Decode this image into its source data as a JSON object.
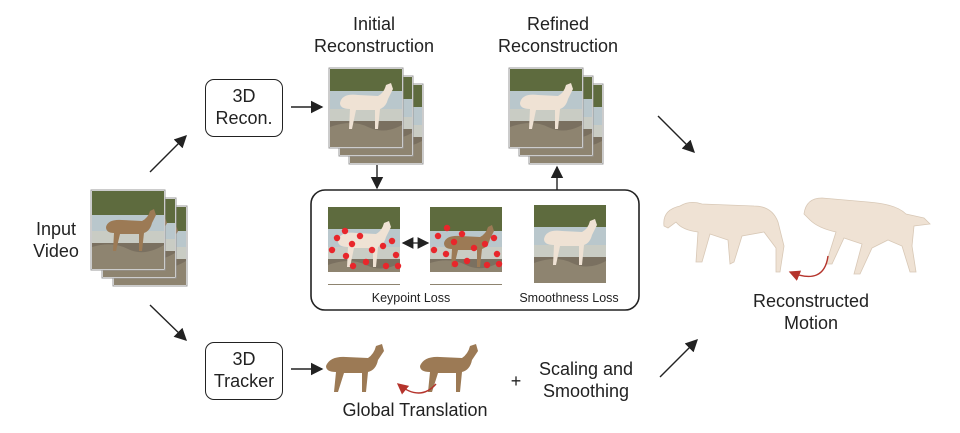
{
  "input": {
    "label": "Input\nVideo"
  },
  "recon_box": {
    "label": "3D\nRecon."
  },
  "tracker_box": {
    "label": "3D\nTracker"
  },
  "initial": {
    "label": "Initial\nReconstruction"
  },
  "refined": {
    "label": "Refined\nReconstruction"
  },
  "keypoint_loss": {
    "label": "Keypoint Loss"
  },
  "smoothness_loss": {
    "label": "Smoothness Loss"
  },
  "global_translation": {
    "label": "Global Translation"
  },
  "plus": {
    "label": "+"
  },
  "scaling": {
    "label": "Scaling and\nSmoothing"
  },
  "output": {
    "label": "Reconstructed\nMotion"
  },
  "colors": {
    "line": "#222222",
    "keypoint": "#e8262b",
    "curve_arrow": "#b5342c",
    "deer_brown": "#9c7a55",
    "deer_cream": "#efe2d4",
    "ground": "#7a7060",
    "water": "#b9c7cc",
    "vegetation": "#5e6b3e"
  }
}
